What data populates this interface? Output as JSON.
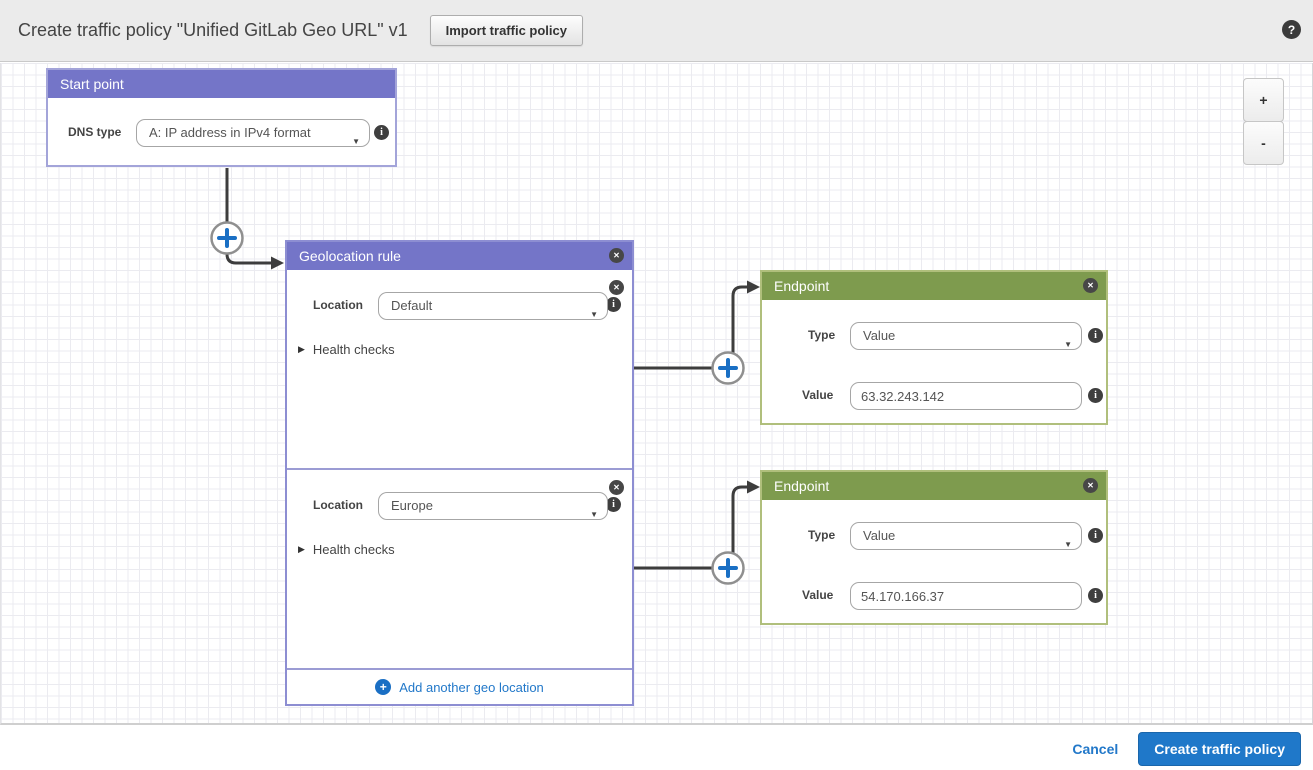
{
  "header": {
    "title": "Create traffic policy \"Unified GitLab Geo URL\" v1",
    "import_button_label": "Import traffic policy"
  },
  "icons": {
    "help": "?",
    "info": "i",
    "close": "✕",
    "plus": "+",
    "caret": "▼",
    "disclosure": "▶",
    "zoom_in": "+",
    "zoom_out": "-"
  },
  "start_point": {
    "title": "Start point",
    "dns_type_label": "DNS type",
    "dns_type_value": "A: IP address in IPv4 format"
  },
  "geolocation_rule": {
    "title": "Geolocation rule",
    "sections": [
      {
        "location_label": "Location",
        "location_value": "Default",
        "health_checks_label": "Health checks"
      },
      {
        "location_label": "Location",
        "location_value": "Europe",
        "health_checks_label": "Health checks"
      }
    ],
    "add_link_label": "Add another geo location"
  },
  "endpoints": [
    {
      "title": "Endpoint",
      "type_label": "Type",
      "type_value": "Value",
      "value_label": "Value",
      "value_text": "63.32.243.142"
    },
    {
      "title": "Endpoint",
      "type_label": "Type",
      "type_value": "Value",
      "value_label": "Value",
      "value_text": "54.170.166.37"
    }
  ],
  "footer": {
    "cancel_label": "Cancel",
    "create_button_label": "Create traffic policy"
  },
  "colors": {
    "purple_header": "#7475c8",
    "green_header": "#7e9b4e",
    "primary_button_blue": "#1f78c9",
    "link_blue": "#2278c9",
    "connector_gray": "#3d3d3d",
    "plus_blue": "#1a6fc4"
  }
}
